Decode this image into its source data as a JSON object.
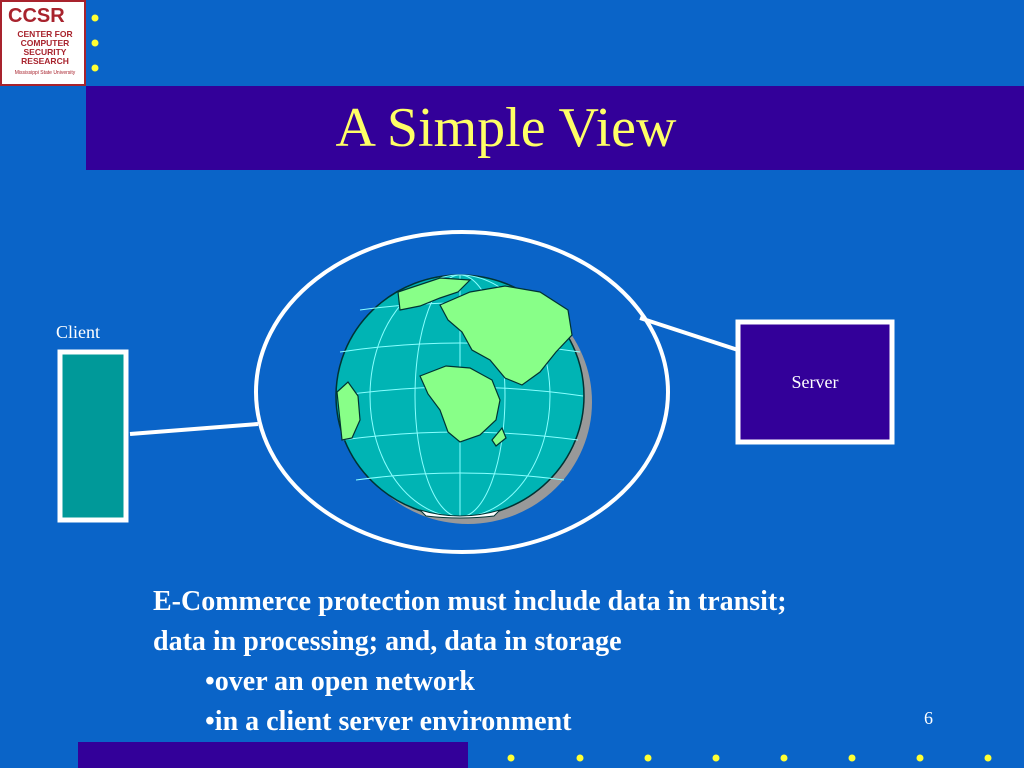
{
  "slide": {
    "title": "A Simple View",
    "page_number": "6"
  },
  "logo": {
    "abbr": "CCSR",
    "line1": "CENTER FOR",
    "line2": "COMPUTER",
    "line3": "SECURITY",
    "line4": "RESEARCH",
    "tiny": "Mississippi State University"
  },
  "diagram": {
    "client_label": "Client",
    "server_label": "Server",
    "globe_icon": "globe-icon"
  },
  "body": {
    "line1": "E-Commerce protection must include data in transit;",
    "line2": "data in processing; and, data in storage",
    "bullets": [
      "•over an open network",
      "•in a client server environment"
    ]
  },
  "colors": {
    "background": "#0a64c8",
    "title_bar": "#330099",
    "title_text": "#ffff66",
    "bullet_dots": "#ffff33",
    "client_box": "#009999",
    "server_box": "#330099",
    "ocean": "#00b4b4",
    "land": "#88ff88"
  }
}
